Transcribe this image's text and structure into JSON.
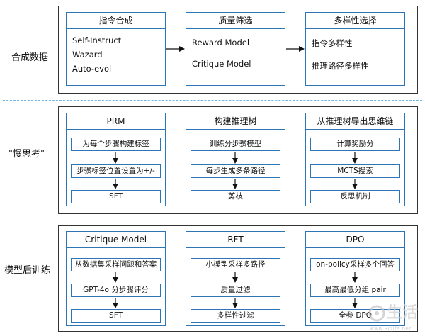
{
  "sections": [
    {
      "label": "合成数据",
      "cards": [
        {
          "title": "指令合成",
          "lines": [
            "Self-Instruct",
            "Wazard",
            "Auto-evol"
          ]
        },
        {
          "title": "质量筛选",
          "lines": [
            "Reward Model",
            "Critique Model"
          ]
        },
        {
          "title": "多样性选择",
          "lines": [
            "指令多样性",
            "推理路径多样性"
          ]
        }
      ]
    },
    {
      "label": "\"慢思考\"",
      "cards": [
        {
          "title": "PRM",
          "steps": [
            "为每个步骤构建标签",
            "步骤标签位置设置为+/-",
            "SFT"
          ]
        },
        {
          "title": "构建推理树",
          "steps": [
            "训练分步骤模型",
            "每步生成多条路径",
            "剪枝"
          ]
        },
        {
          "title": "从推理树导出思维链",
          "steps": [
            "计算奖励分",
            "MCTS搜索",
            "反思机制"
          ]
        }
      ]
    },
    {
      "label": "模型后训练",
      "cards": [
        {
          "title": "Critique Model",
          "steps": [
            "从数据集采样问题和答案",
            "GPT-4o 分步骤评分",
            "SFT"
          ]
        },
        {
          "title": "RFT",
          "steps": [
            "小模型采样多路径",
            "质量过滤",
            "多样性过滤"
          ]
        },
        {
          "title": "DPO",
          "steps": [
            "on-policy采样多个回答",
            "最高最低分组 pair",
            "全参 DPO"
          ]
        }
      ]
    }
  ],
  "watermark": {
    "text": "生活",
    "url": "www.3cjife.net"
  },
  "colors": {
    "card_border": "#2e75b6",
    "section_border": "#333333",
    "divider": "#6fb6e0"
  }
}
